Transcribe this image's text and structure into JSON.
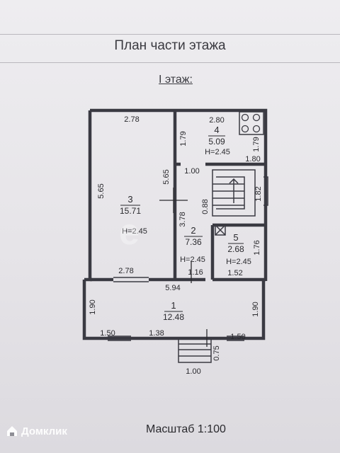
{
  "header": {
    "title": "План части этажа",
    "floor_label": "I этаж:"
  },
  "rooms": [
    {
      "number": "1",
      "area": "12.48"
    },
    {
      "number": "2",
      "area": "7.36",
      "height": "H=2.45"
    },
    {
      "number": "3",
      "area": "15.71",
      "height": "H=2.45"
    },
    {
      "number": "4",
      "area": "5.09",
      "height": "H=2.45"
    },
    {
      "number": "5",
      "area": "2.68",
      "height": "H=2.45"
    }
  ],
  "dimensions": {
    "room3_top": "2.78",
    "room3_bottom": "2.78",
    "room3_left": "5.65",
    "room3_right": "5.65",
    "room4_top": "2.80",
    "room4_left": "1.79",
    "room4_right": "1.79",
    "room4_bottom": "1.80",
    "door_width": "1.00",
    "room2_height": "3.78",
    "stair_width": "0.88",
    "stair_right": "1.82",
    "room5_right": "1.76",
    "room5_bottom": "1.52",
    "room2_bottom": "1.16",
    "room1_top": "5.94",
    "room1_left": "1.90",
    "room1_right": "1.90",
    "room1_bottom_left": "1.50",
    "room1_bottom_mid": "1.38",
    "room1_bottom_right": "1.50",
    "porch_depth": "0.75",
    "porch_width": "1.00"
  },
  "footer": {
    "scale": "Масштаб 1:100",
    "brand": "Домклик",
    "watermark": "e"
  }
}
